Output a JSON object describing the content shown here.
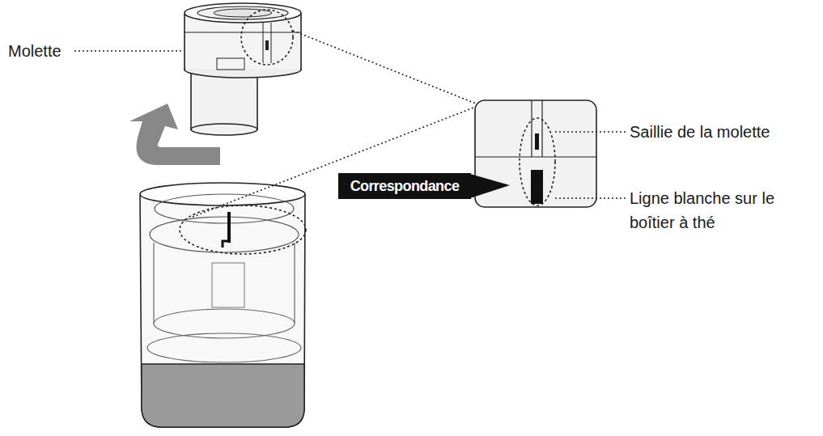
{
  "diagram": {
    "nodes": [
      {
        "text": [
          "Correspondance"
        ]
      }
    ],
    "labels": [
      "Molette",
      "Saillie de la molette",
      "Ligne blanche sur le boîtier à thé"
    ]
  }
}
